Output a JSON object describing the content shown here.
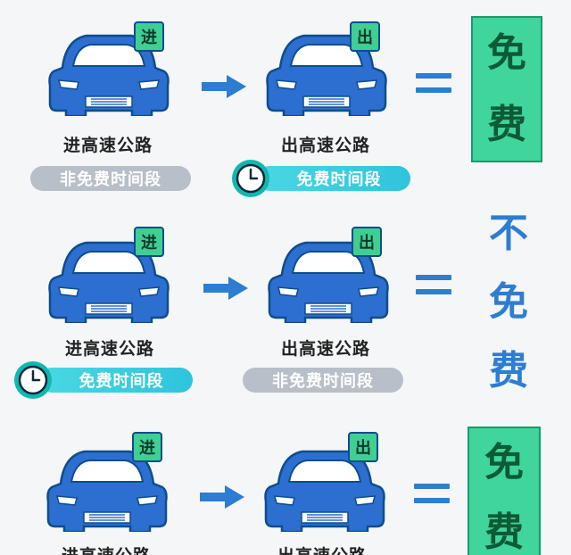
{
  "labels": {
    "enter_highway": "进高速公路",
    "exit_highway": "出高速公路",
    "enter_badge": "进",
    "exit_badge": "出",
    "non_free_period": "非免费时间段",
    "free_period": "免费时间段"
  },
  "results": {
    "row1": [
      "免",
      "费"
    ],
    "row2": [
      "不",
      "免",
      "费"
    ],
    "row3": [
      "免",
      "费"
    ]
  },
  "colors": {
    "car_blue": "#2d6fd0",
    "badge_green": "#3fcf93",
    "pill_gray": "#b9bfc8",
    "pill_teal": "#2fc4dc",
    "clock": "#11b8b0",
    "arrow": "#2d7dd2",
    "result_green": "#3fd59c"
  },
  "icons": [
    "car-icon",
    "arrow-right-icon",
    "equals-icon",
    "clock-icon"
  ]
}
